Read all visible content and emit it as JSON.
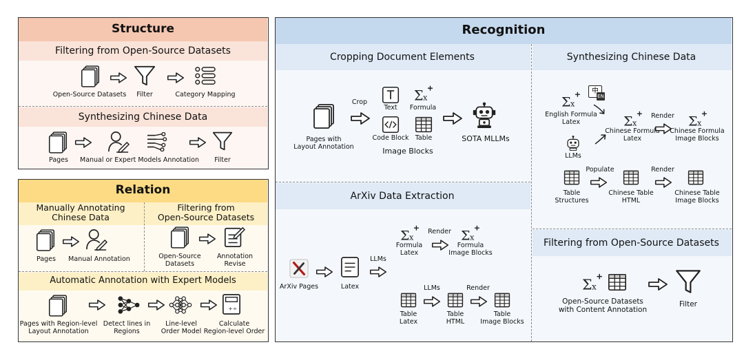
{
  "colors": {
    "structure_header": "#f5c6b0",
    "structure_sub": "#fae3d9",
    "structure_body": "#fdf6f3",
    "relation_header": "#fcdb84",
    "relation_sub": "#fdf0c6",
    "relation_body": "#fefaf0",
    "recognition_header": "#c5d9ee",
    "recognition_sub": "#dfeaf6",
    "recognition_body": "#f4f8fc"
  },
  "structure": {
    "title": "Structure",
    "s1_title": "Filtering from Open-Source Datasets",
    "s1_items": [
      "Open-Source Datasets",
      "Filter",
      "Category Mapping"
    ],
    "s2_title": "Synthesizing Chinese Data",
    "s2_items": [
      "Pages",
      "Manual or Expert Models Annotation",
      "Filter"
    ]
  },
  "relation": {
    "title": "Relation",
    "s1_title": "Manually Annotating\nChinese Data",
    "s1_items": [
      "Pages",
      "Manual Annotation"
    ],
    "s2_title": "Filtering from\nOpen-Source Datasets",
    "s2_items": [
      "Open-Source\nDatasets",
      "Annotation\nRevise"
    ],
    "s3_title": "Automatic Annotation with Expert Models",
    "s3_items": [
      "Pages with Region-level\nLayout Annotation",
      "Detect lines in\nRegions",
      "Line-level\nOrder Model",
      "Calculate\nRegion-level Order"
    ]
  },
  "recognition": {
    "title": "Recognition",
    "crop": {
      "title": "Cropping Document Elements",
      "pages": "Pages with\nLayout Annotation",
      "crop_label": "Crop",
      "text": "Text",
      "formula": "Formula",
      "code": "Code Block",
      "table": "Table",
      "blocks": "Image Blocks",
      "sota": "SOTA MLLMs"
    },
    "arxiv": {
      "title": "ArXiv Data Extraction",
      "pages": "ArXiv Pages",
      "latex": "Latex",
      "llms1": "LLMs",
      "formula_latex": "Formula\nLatex",
      "render1": "Render",
      "formula_blocks": "Formula\nImage Blocks",
      "table_latex": "Table\nLatex",
      "llms2": "LLMs",
      "table_html": "Table\nHTML",
      "render2": "Render",
      "table_blocks": "Table\nImage Blocks"
    },
    "synth": {
      "title": "Synthesizing Chinese Data",
      "english": "English Formula\nLatex",
      "llms": "LLMs",
      "chinese_latex": "Chinese Formula\nLatex",
      "render1": "Render",
      "chinese_blocks": "Chinese Formula\nImage Blocks",
      "table_struct": "Table\nStructures",
      "populate": "Populate",
      "chinese_html": "Chinese Table\nHTML",
      "render2": "Render",
      "chinese_table_blocks": "Chinese Table\nImage Blocks",
      "zh_char": "中"
    },
    "filter": {
      "title": "Filtering from Open-Source Datasets",
      "datasets": "Open-Source Datasets\nwith Content Annotation",
      "filter": "Filter"
    }
  }
}
